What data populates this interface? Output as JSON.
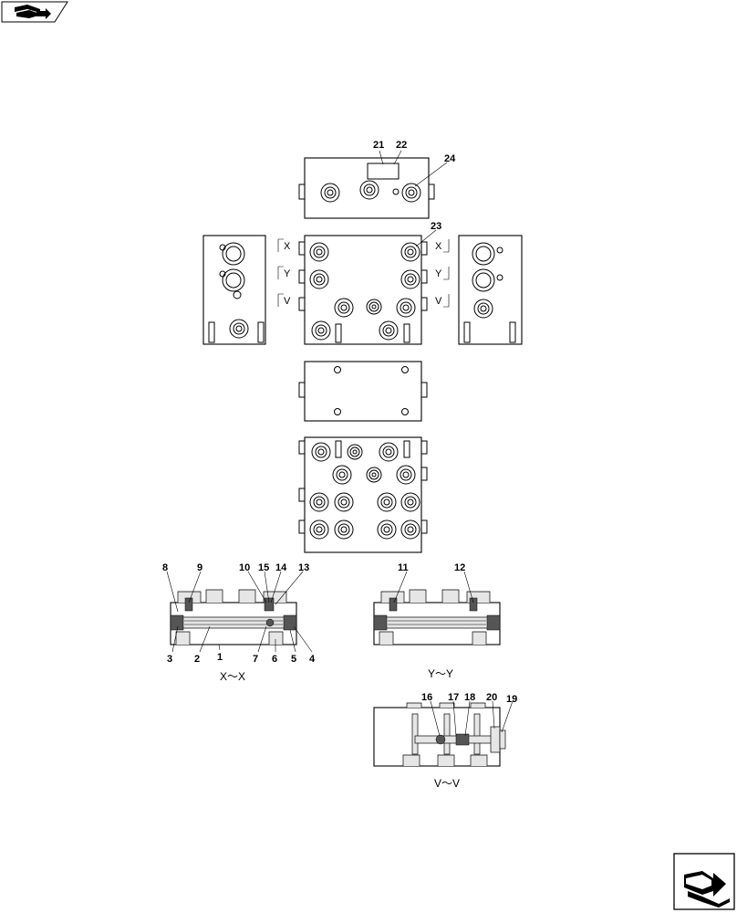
{
  "icons": {
    "top_nav": "book-arrow-icon",
    "bottom_nav": "next-page-arrow-icon"
  },
  "callouts": {
    "c1": "1",
    "c2": "2",
    "c3": "3",
    "c4": "4",
    "c5": "5",
    "c6": "6",
    "c7": "7",
    "c8": "8",
    "c9": "9",
    "c10": "10",
    "c11": "11",
    "c12": "12",
    "c13": "13",
    "c14": "14",
    "c15": "15",
    "c16": "16",
    "c17": "17",
    "c18": "18",
    "c19": "19",
    "c20": "20",
    "c21": "21",
    "c22": "22",
    "c23": "23",
    "c24": "24"
  },
  "section_marks": {
    "x": "X",
    "y": "Y",
    "v": "V"
  },
  "captions": {
    "xx": "X～X",
    "yy": "Y～Y",
    "vv": "V～V"
  }
}
